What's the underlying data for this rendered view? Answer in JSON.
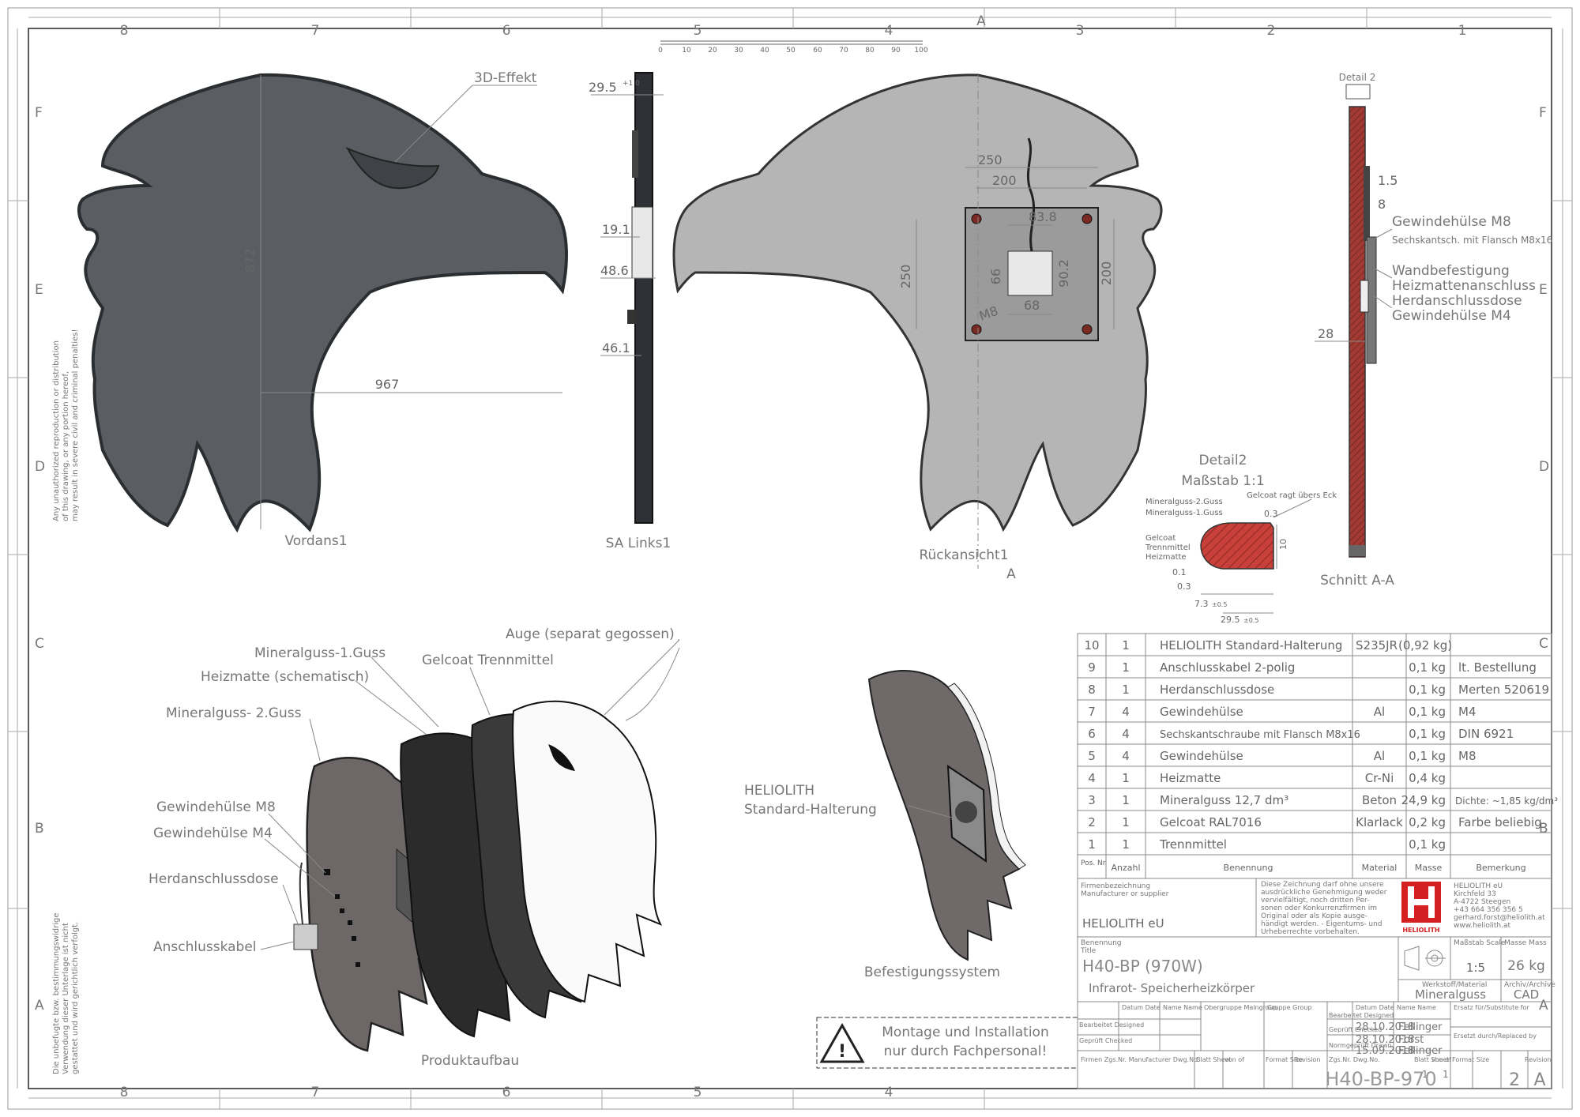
{
  "frame": {
    "cols_top": [
      "8",
      "7",
      "6",
      "5",
      "4",
      "3",
      "2",
      "1"
    ],
    "cols_bottom": [
      "8",
      "7",
      "6",
      "5",
      "4"
    ],
    "rows": [
      "F",
      "E",
      "D",
      "C",
      "B",
      "A"
    ],
    "section_mark": "A",
    "scale_bar": [
      "0",
      "10",
      "20",
      "30",
      "40",
      "50",
      "60",
      "70",
      "80",
      "90",
      "100"
    ]
  },
  "views": {
    "front": {
      "title": "Vordans1",
      "label_3d": "3D-Effekt",
      "dim_h": "872",
      "dim_w": "967"
    },
    "left": {
      "title": "SA Links1",
      "d1": "29.5",
      "d1_tol": "+1 0",
      "d2": "19.1",
      "d3": "48.6",
      "d4": "46.1"
    },
    "back": {
      "title": "Rückansicht1",
      "section_letter": "A",
      "d250a": "250",
      "d200a": "200",
      "d83": "83.8",
      "d250b": "250",
      "d66": "66",
      "d90": "90.2",
      "d200b": "200",
      "dm8": "M8",
      "d68": "68"
    },
    "detail": {
      "title": "Detail2",
      "scale": "Maßstab 1:1",
      "gelcoat_note": "Gelcoat ragt übers Eck",
      "l1": "Mineralguss-2.Guss",
      "l2": "Mineralguss-1.Guss",
      "l3": "Gelcoat",
      "l4": "Trennmittel",
      "l5": "Heizmatte",
      "d03a": "0.3",
      "d10": "10",
      "d01": "0.1",
      "d03b": "0.3",
      "d73": "7.3",
      "d73t": "±0.5",
      "d295": "29.5",
      "d295t": "±0.5"
    },
    "section": {
      "title": "Schnitt A-A",
      "detail_ref": "Detail 2",
      "d15": "1.5",
      "d8": "8",
      "d28": "28",
      "c1": "Gewindehülse M8",
      "c2": "Sechskantsch. mit Flansch M8x16",
      "c3": "Wandbefestigung",
      "c4": "Heizmattenanschluss",
      "c5": "Herdanschlussdose",
      "c6": "Gewindehülse M4"
    },
    "explode": {
      "title": "Produktaufbau",
      "auge": "Auge (separat gegossen)",
      "mg1": "Mineralguss-1.Guss",
      "gelcoat": "Gelcoat Trennmittel",
      "heiz": "Heizmatte (schematisch)",
      "mg2": "Mineralguss- 2.Guss",
      "gm8": "Gewindehülse M8",
      "gm4": "Gewindehülse M4",
      "herd": "Herdanschlussdose",
      "kabel": "Anschlusskabel"
    },
    "mount": {
      "title": "Befestigungssystem",
      "name1": "HELIOLITH",
      "name2": "Standard-Halterung"
    }
  },
  "warning": {
    "line1": "Montage und Installation",
    "line2": "nur durch Fachpersonal!"
  },
  "side_notes": {
    "copyright": [
      "Any unauthorized reproduction or distribution",
      "of this drawing, or any portion hereof,",
      "may result in severe civil and criminal penalties!"
    ],
    "usage": [
      "Die unbefugte bzw. bestimmungswidrige",
      "Verwendung dieser Unterlage ist nicht",
      "gestattet und wird gerichtlich verfolgt."
    ]
  },
  "bom": {
    "rows": [
      {
        "pos": "10",
        "qty": "1",
        "name": "HELIOLITH Standard-Halterung",
        "mat": "S235JR",
        "mass": "(0,92 kg)",
        "note": ""
      },
      {
        "pos": "9",
        "qty": "1",
        "name": "Anschlusskabel 2-polig",
        "mat": "",
        "mass": "0,1 kg",
        "note": "lt. Bestellung"
      },
      {
        "pos": "8",
        "qty": "1",
        "name": "Herdanschlussdose",
        "mat": "",
        "mass": "0,1 kg",
        "note": "Merten 520619"
      },
      {
        "pos": "7",
        "qty": "4",
        "name": "Gewindehülse",
        "mat": "Al",
        "mass": "0,1 kg",
        "note": "M4"
      },
      {
        "pos": "6",
        "qty": "4",
        "name": "Sechskantschraube mit Flansch M8x16",
        "mat": "",
        "mass": "0,1 kg",
        "note": "DIN 6921"
      },
      {
        "pos": "5",
        "qty": "4",
        "name": "Gewindehülse",
        "mat": "Al",
        "mass": "0,1 kg",
        "note": "M8"
      },
      {
        "pos": "4",
        "qty": "1",
        "name": "Heizmatte",
        "mat": "Cr-Ni",
        "mass": "0,4 kg",
        "note": ""
      },
      {
        "pos": "3",
        "qty": "1",
        "name": "Mineralguss 12,7 dm³",
        "mat": "Beton",
        "mass": "24,9 kg",
        "note": "Dichte: ~1,85 kg/dm³"
      },
      {
        "pos": "2",
        "qty": "1",
        "name": "Gelcoat RAL7016",
        "mat": "Klarlack",
        "mass": "0,2 kg",
        "note": "Farbe beliebig"
      },
      {
        "pos": "1",
        "qty": "1",
        "name": "Trennmittel",
        "mat": "",
        "mass": "0,1 kg",
        "note": ""
      }
    ],
    "head": {
      "pos": "Pos. Nr.",
      "qty": "Anzahl",
      "name": "Benennung",
      "mat": "Material",
      "mass": "Masse",
      "note": "Bemerkung"
    }
  },
  "title_block": {
    "firm_label1": "Firmenbezeichnung",
    "firm_label2": "Manufacturer or supplier",
    "firm": "HELIOLITH eU",
    "legal": [
      "Diese Zeichnung darf ohne unsere",
      "ausdrückliche Genehmigung weder",
      "vervielfältigt, noch dritten Per-",
      "sonen oder Konkurrenzfirmen im",
      "Original oder als Kopie ausge-",
      "händigt werden. - Eigentums- und",
      "Urheberrechte vorbehalten."
    ],
    "logo": "HELIOLITH",
    "address": [
      "HELIOLITH eU",
      "Kirchfeld 33",
      "A-4722 Steegen",
      "+43 664 356 356 5",
      "gerhard.forst@heliolith.at",
      "www.heliolith.at"
    ],
    "title_label1": "Benennung",
    "title_label2": "Title",
    "title": "H40-BP (970W)",
    "subtitle": "Infrarot- Speicherheizkörper",
    "scale_label": "Maßstab Scale",
    "scale": "1:5",
    "mass_label": "Masse Mass",
    "mass": "26 kg",
    "material_label": "Werkstoff/Material",
    "material": "Mineralguss",
    "archive_label": "Archiv/Archive",
    "archive": "CAD",
    "hdr": [
      "Datum Date",
      "Name Name",
      "Obergruppe Maingroup",
      "Gruppe Group",
      "Datum Date",
      "Name Name",
      "Ersatz für/Substitute for"
    ],
    "roles": [
      "Bearbeitet Designed",
      "Geprüft Checked",
      "Bearbeitet Designed",
      "Geprüft Checked",
      "Normgeprüft Drawn"
    ],
    "dates": [
      "28.10.2018",
      "28.10.2018",
      "15.09.2018"
    ],
    "names": [
      "Fellinger",
      "Forst",
      "Fellinger"
    ],
    "replaced": "Ersetzt durch/Replaced by",
    "bottom": {
      "firm_dwg": "Firmen Zgs.Nr. Manufacturer Dwg.No.",
      "sheet": "Blatt Sheet",
      "of": "von of",
      "format": "Format Size",
      "revision": "Revision",
      "dwg_label": "Zgs.Nr. Dwg.No.",
      "sheet2": "Blatt Sheet",
      "of2": "von of",
      "sheet_no": "1",
      "of_no": "1",
      "format2": "Format Size",
      "revision2": "Revision"
    },
    "dwg_no": "H40-BP-970",
    "format_value": "2",
    "revision_value": "A"
  }
}
